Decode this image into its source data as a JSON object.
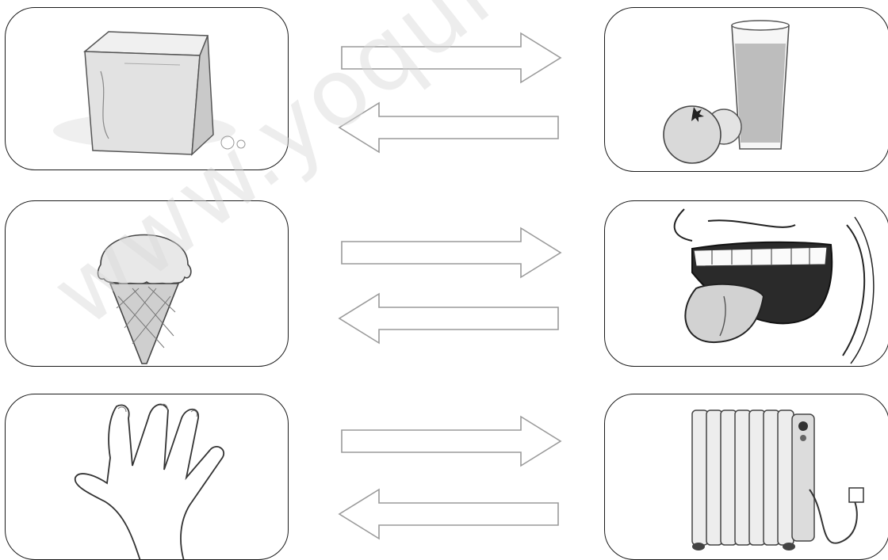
{
  "watermark": "www.yoquieroa...",
  "rows": [
    {
      "left": "ice-cube",
      "right": "orange-juice"
    },
    {
      "left": "ice-cream-cone",
      "right": "tongue"
    },
    {
      "left": "hand",
      "right": "radiator"
    }
  ],
  "colors": {
    "stroke": "#1a1a1a",
    "arrow_stroke": "#9a9a9a",
    "shade_light": "#e6e6e6",
    "shade_mid": "#bdbdbd",
    "shade_dark": "#6b6b6b"
  }
}
